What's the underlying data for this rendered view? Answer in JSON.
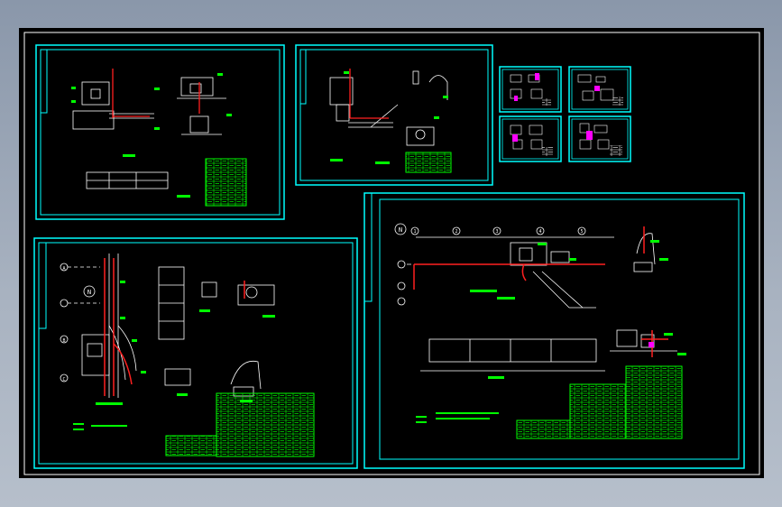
{
  "colors": {
    "background": "#000000",
    "frame": "#00ffff",
    "linework": "#ffffff",
    "pipe": "#ff2020",
    "table": "#00ff00",
    "accent": "#ff00ff",
    "workspace": "#9aa5b5"
  },
  "sheets": [
    {
      "id": "sheet-top-left"
    },
    {
      "id": "sheet-top-middle"
    },
    {
      "id": "sheet-thumb-1"
    },
    {
      "id": "sheet-thumb-2"
    },
    {
      "id": "sheet-thumb-3"
    },
    {
      "id": "sheet-thumb-4"
    },
    {
      "id": "sheet-bottom-left"
    },
    {
      "id": "sheet-bottom-right"
    }
  ],
  "labels": {
    "north_bottom_left": "N",
    "north_bottom_right": "N",
    "grid_a": "A",
    "grid_b": "B",
    "grid_c": "C",
    "grid_1": "1",
    "grid_2": "2",
    "grid_3": "3",
    "grid_4": "4",
    "grid_5": "5"
  }
}
